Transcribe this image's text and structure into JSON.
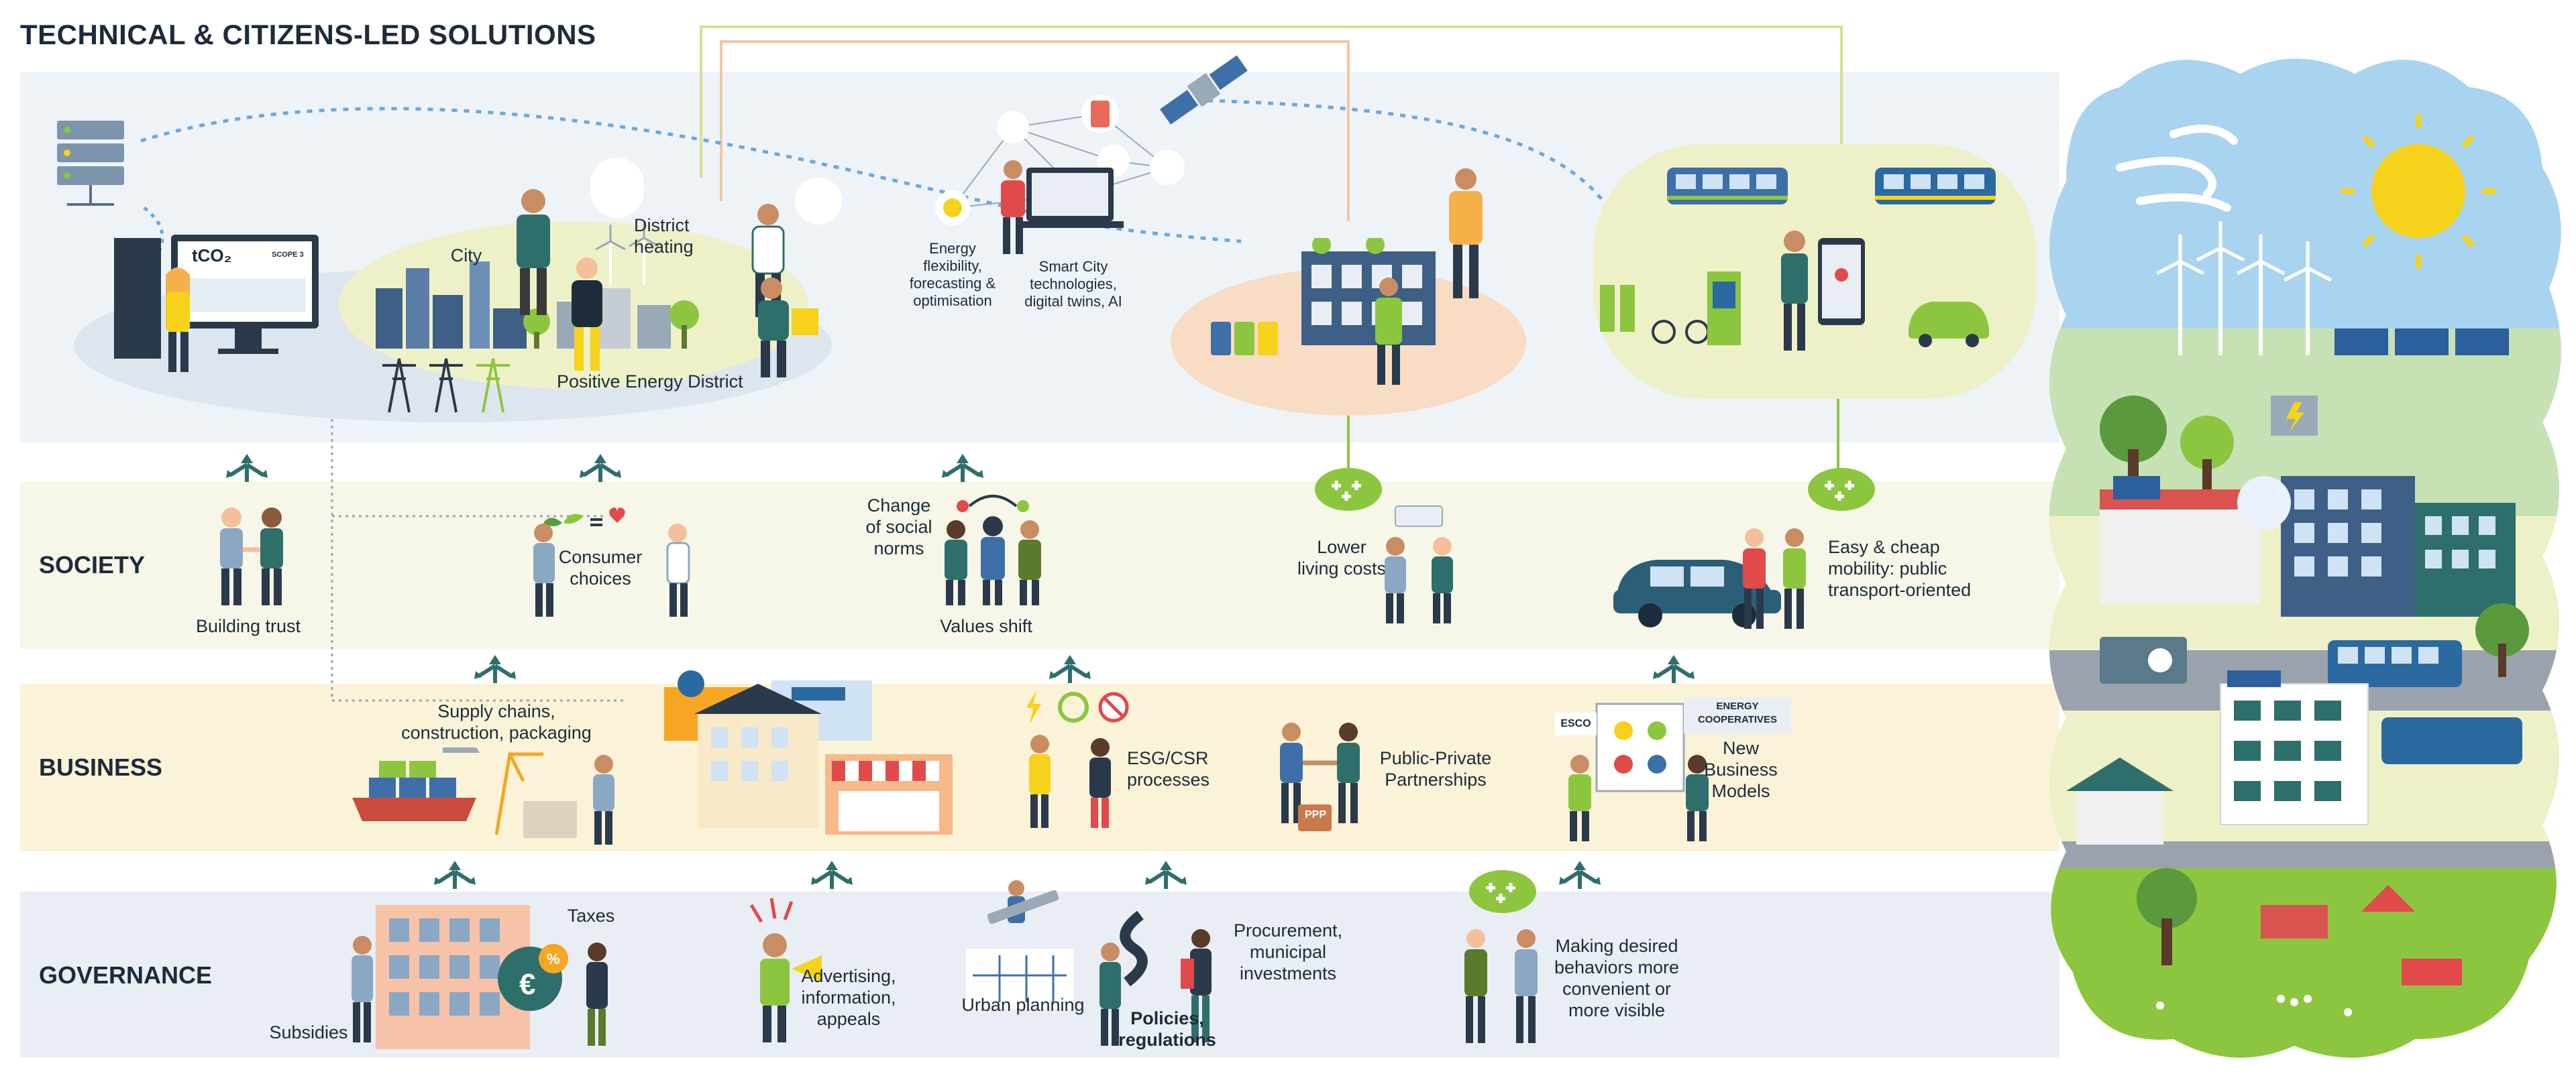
{
  "title": "TECHNICAL & CITIZENS-LED SOLUTIONS",
  "rows": {
    "society": "SOCIETY",
    "business": "BUSINESS",
    "governance": "GOVERNANCE"
  },
  "tech": {
    "city": "City",
    "district_heating": "District heating",
    "ped": "Positive Energy District",
    "energy_flex": "Energy flexibility, forecasting & optimisation",
    "smart_city": "Smart City technologies, digital twins, AI",
    "tco2": "tCO₂",
    "scope": "SCOPE 3"
  },
  "society": {
    "building_trust": "Building trust",
    "consumer_choices": "Consumer choices",
    "change_norms": "Change of social norms",
    "values_shift": "Values shift",
    "lower_costs": "Lower living costs",
    "mobility": "Easy & cheap mobility: public transport-oriented"
  },
  "business": {
    "supply_chains": "Supply chains, construction, packaging",
    "esg": "ESG/CSR processes",
    "ppp": "Public-Private Partnerships",
    "ppp_tag": "PPP",
    "esco": "ESCO",
    "energy_coops": "ENERGY COOPERATIVES",
    "new_models": "New Business Models"
  },
  "governance": {
    "taxes": "Taxes",
    "subsidies": "Subsidies",
    "advertising": "Advertising, information, appeals",
    "urban_planning": "Urban planning",
    "policies": "Policies, regulations",
    "procurement": "Procurement, municipal investments",
    "desired_behaviors": "Making desired behaviors more convenient or more visible"
  },
  "colors": {
    "navy": "#1d2b3a",
    "green": "#8cc63f",
    "teal": "#2e6f6b",
    "yellow": "#f6d21a",
    "sky": "#a9d4ef"
  },
  "icons": [
    "three-way-arrow-icon",
    "server-icon",
    "satellite-icon",
    "tram-icon",
    "bus-icon",
    "sun-icon",
    "wind-turbine-icon",
    "solar-panel-icon",
    "recycle-icon"
  ]
}
